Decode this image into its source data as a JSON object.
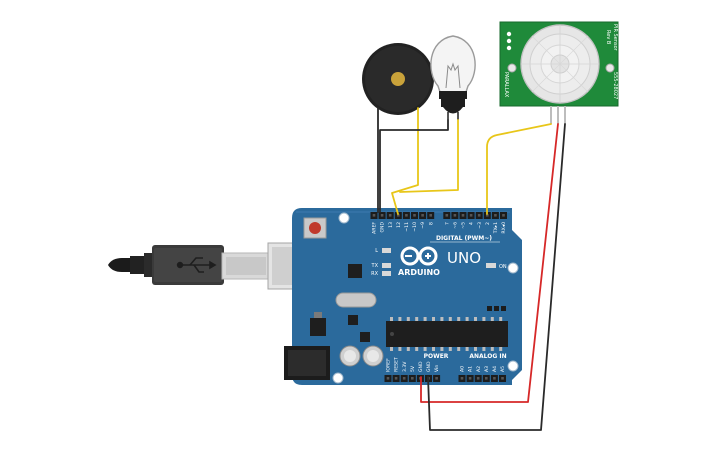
{
  "board": {
    "brand": "ARDUINO",
    "model": "UNO",
    "digital_label": "DIGITAL (PWM~)",
    "power_label": "POWER",
    "analog_label": "ANALOG IN",
    "on_label": "ON",
    "led_l": "L",
    "led_tx": "TX",
    "led_rx": "RX",
    "digital_pins": [
      "AREF",
      "GND",
      "13",
      "12",
      "~11",
      "~10",
      "~9",
      "8",
      "7",
      "~6",
      "~5",
      "4",
      "~3",
      "2",
      "TX▸1",
      "RX◂0"
    ],
    "power_pins": [
      "IOREF",
      "RESET",
      "3.3V",
      "5V",
      "GND",
      "GND",
      "Vin"
    ],
    "analog_pins": [
      "A0",
      "A1",
      "A2",
      "A3",
      "A4",
      "A5"
    ]
  },
  "sensor": {
    "brand": "PARALLAX",
    "part_number": "555-28027",
    "title": "PIR Sensor",
    "rev": "Rev B"
  },
  "colors": {
    "board": "#2b6a9c",
    "wire_signal": "#e8c619",
    "wire_power": "#d62828",
    "wire_ground": "#2a2a2a",
    "sensor_pcb": "#1f8a3a",
    "buzzer": "#222222"
  },
  "components": [
    "piezo-buzzer",
    "light-bulb",
    "pir-motion-sensor",
    "usb-cable",
    "arduino-uno"
  ]
}
